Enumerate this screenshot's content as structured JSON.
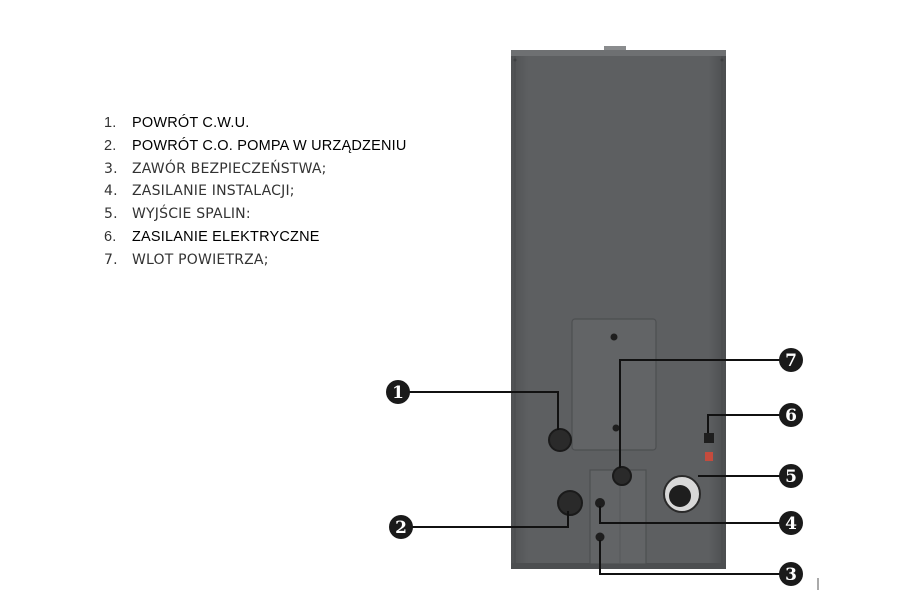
{
  "legend": {
    "items": [
      {
        "num": "1.",
        "text": "POWRÓT C.W.U."
      },
      {
        "num": "2.",
        "text": "POWRÓT C.O. POMPA W URZĄDZENIU"
      },
      {
        "num": "3.",
        "text": "ZAWÓR BEZPIECZEŃSTWA;"
      },
      {
        "num": "4.",
        "text": "ZASILANIE INSTALACJI;"
      },
      {
        "num": "5.",
        "text": "WYJŚCIE SPALIN:"
      },
      {
        "num": "6.",
        "text": "ZASILANIE ELEKTRYCZNE"
      },
      {
        "num": "7.",
        "text": "WLOT POWIETRZA;"
      }
    ]
  },
  "callouts": [
    "1",
    "2",
    "3",
    "4",
    "5",
    "6",
    "7"
  ],
  "colors": {
    "cabinet": "#5b5d5f",
    "cabinet_top": "#6e7072",
    "callout": "#1a1a1a",
    "line": "#111111",
    "port": "#2a2a2a"
  }
}
